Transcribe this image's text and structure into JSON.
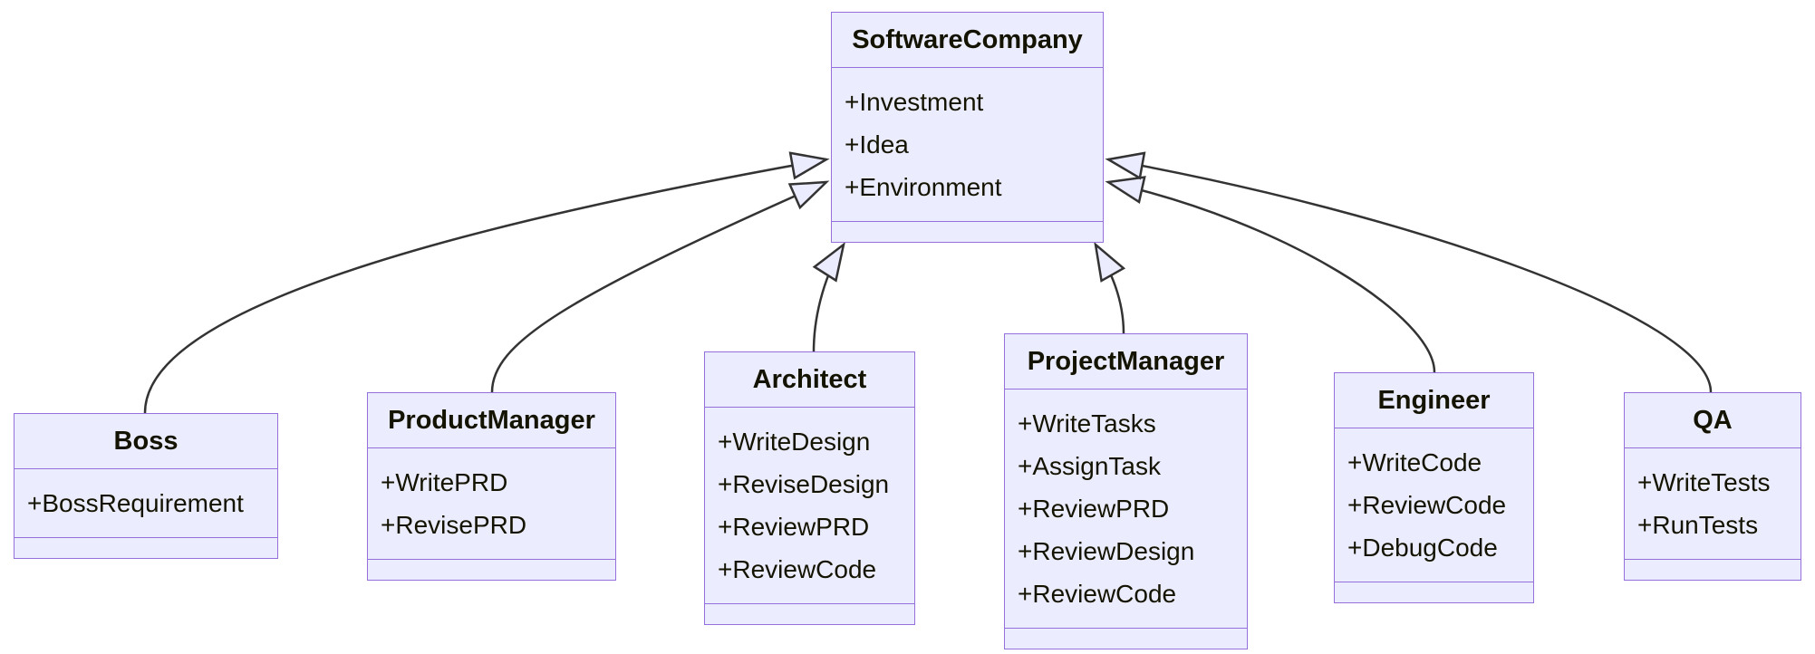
{
  "diagram": {
    "type": "uml-class-diagram",
    "classes": {
      "software_company": {
        "name": "SoftwareCompany",
        "attributes": [
          "+Investment",
          "+Idea",
          "+Environment"
        ]
      },
      "boss": {
        "name": "Boss",
        "attributes": [
          "+BossRequirement"
        ]
      },
      "product_manager": {
        "name": "ProductManager",
        "attributes": [
          "+WritePRD",
          "+RevisePRD"
        ]
      },
      "architect": {
        "name": "Architect",
        "attributes": [
          "+WriteDesign",
          "+ReviseDesign",
          "+ReviewPRD",
          "+ReviewCode"
        ]
      },
      "project_manager": {
        "name": "ProjectManager",
        "attributes": [
          "+WriteTasks",
          "+AssignTask",
          "+ReviewPRD",
          "+ReviewDesign",
          "+ReviewCode"
        ]
      },
      "engineer": {
        "name": "Engineer",
        "attributes": [
          "+WriteCode",
          "+ReviewCode",
          "+DebugCode"
        ]
      },
      "qa": {
        "name": "QA",
        "attributes": [
          "+WriteTests",
          "+RunTests"
        ]
      }
    },
    "relations": [
      {
        "from": "Boss",
        "to": "SoftwareCompany",
        "type": "inheritance"
      },
      {
        "from": "ProductManager",
        "to": "SoftwareCompany",
        "type": "inheritance"
      },
      {
        "from": "Architect",
        "to": "SoftwareCompany",
        "type": "inheritance"
      },
      {
        "from": "ProjectManager",
        "to": "SoftwareCompany",
        "type": "inheritance"
      },
      {
        "from": "Engineer",
        "to": "SoftwareCompany",
        "type": "inheritance"
      },
      {
        "from": "QA",
        "to": "SoftwareCompany",
        "type": "inheritance"
      }
    ],
    "colors": {
      "node_fill": "#ECECFF",
      "node_border": "#9370DB",
      "edge_stroke": "#333333",
      "text": "#131300",
      "background": "#FFFFFF"
    }
  }
}
